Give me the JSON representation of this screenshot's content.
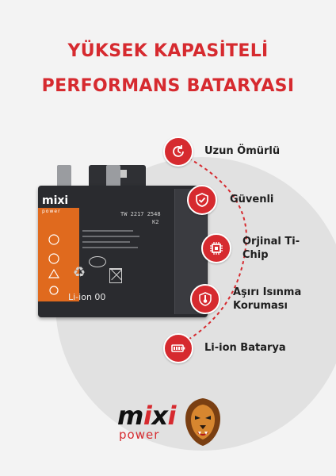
{
  "headline": {
    "line1": "YÜKSEK KAPASİTELİ",
    "line2": "PERFORMANS BATARYASI"
  },
  "colors": {
    "accent": "#d62a2f",
    "text": "#1e1e1e",
    "background": "#f3f3f3"
  },
  "features": [
    {
      "icon": "clock-rotate-icon",
      "label": "Uzun Ömürlü"
    },
    {
      "icon": "shield-check-icon",
      "label": "Güvenli"
    },
    {
      "icon": "chip-icon",
      "label": "Orjinal Ti-Chip"
    },
    {
      "icon": "thermometer-icon",
      "label": "Aşırı Isınma Koruması"
    },
    {
      "icon": "battery-icon",
      "label": "Li-ion Batarya"
    }
  ],
  "battery": {
    "brand": "mixi",
    "brand_sub": "power",
    "code": "TW 2217 2548",
    "model": "K2",
    "chemistry": "Li-ion 00"
  },
  "brand": {
    "name_part1": "m",
    "name_part2": "x",
    "name_i": "i",
    "tagline": "power",
    "mascot_icon": "lion-head-icon"
  }
}
